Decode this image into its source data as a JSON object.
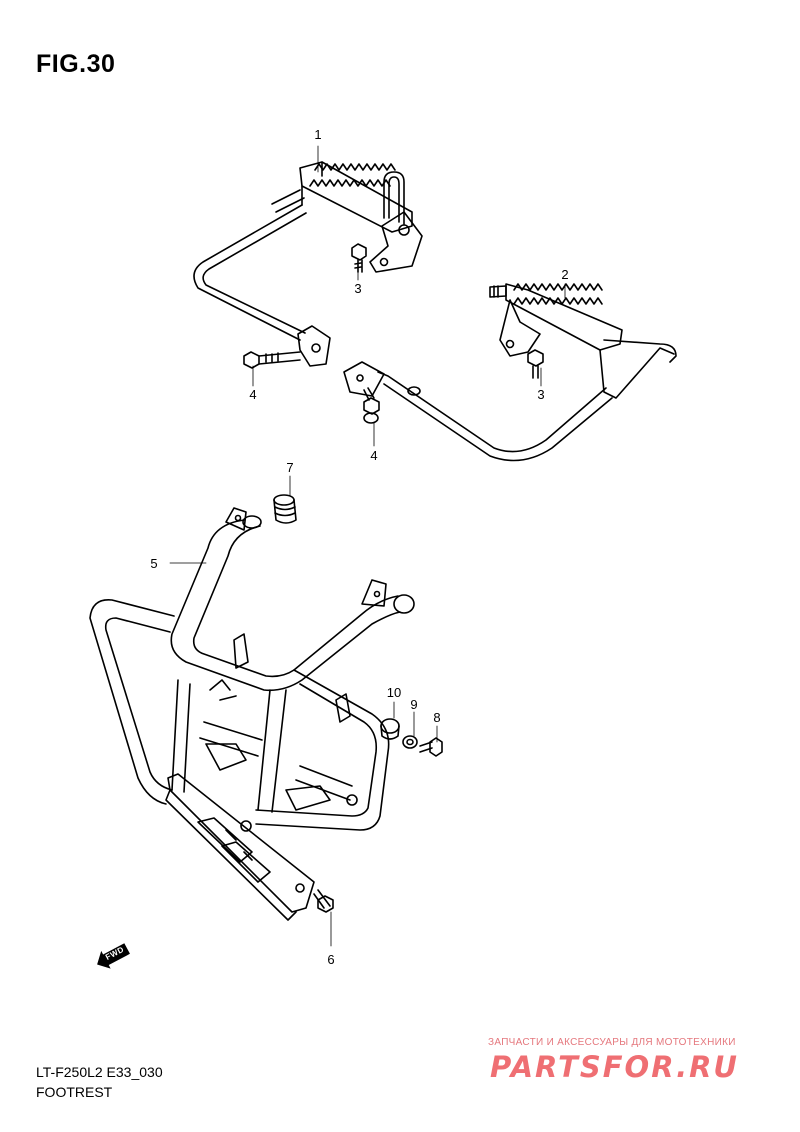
{
  "figure": {
    "title": "FIG.30"
  },
  "callouts": [
    {
      "id": "1",
      "label": "1"
    },
    {
      "id": "2",
      "label": "2"
    },
    {
      "id": "3a",
      "label": "3"
    },
    {
      "id": "3b",
      "label": "3"
    },
    {
      "id": "4a",
      "label": "4"
    },
    {
      "id": "4b",
      "label": "4"
    },
    {
      "id": "5",
      "label": "5"
    },
    {
      "id": "6",
      "label": "6"
    },
    {
      "id": "7",
      "label": "7"
    },
    {
      "id": "8",
      "label": "8"
    },
    {
      "id": "9",
      "label": "9"
    },
    {
      "id": "10",
      "label": "10"
    }
  ],
  "direction_marker": {
    "label": "FWD",
    "icon": "fwd-arrow-icon"
  },
  "footer": {
    "model_code": "LT-F250L2 E33_030",
    "section_name": "FOOTREST"
  },
  "watermark": {
    "caption": "ЗАПЧАСТИ И АКСЕССУАРЫ ДЛЯ МОТОТЕХНИКИ",
    "logo_text": "PARTSFOR.RU",
    "color": "#ef6f73"
  }
}
